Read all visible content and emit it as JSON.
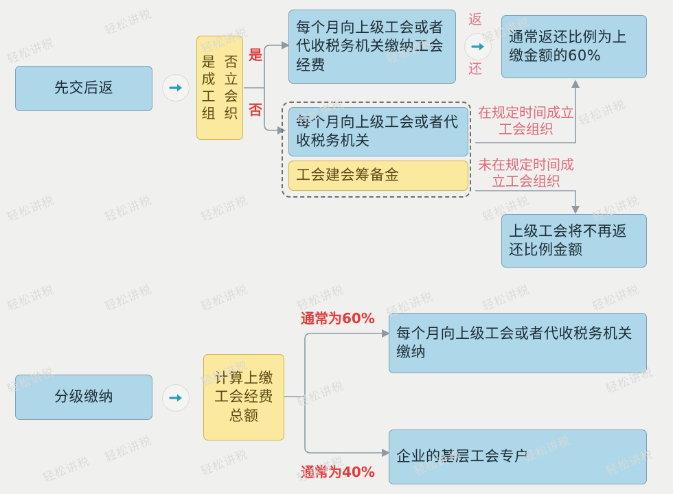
{
  "meta": {
    "watermark_text": "轻松讲税",
    "background": "#f0f0ee",
    "colors": {
      "blue_fill": "#aed8ea",
      "blue_stroke": "#7d9fb2",
      "yellow_fill": "#fae99e",
      "yellow_stroke": "#c9b352",
      "red_label": "#e23b3b",
      "pink_label": "#e2798a",
      "arrow_teal": "#2a9fb5",
      "connector": "#8d9aa3"
    }
  },
  "flow_top": {
    "root_label": "先交后返",
    "decision": {
      "chars": [
        "是",
        "否",
        "成",
        "立",
        "工",
        "会",
        "组",
        "织"
      ],
      "full_text": "是否成立工会组织"
    },
    "branch_yes_label": "是",
    "branch_no_label": "否",
    "yes_box": "每个月向上级工会或者代收税务机关缴纳工会经费",
    "no_group": {
      "blue_box": "每个月向上级工会或者代收税务机关",
      "yellow_box": "工会建会筹备金"
    },
    "return_badge": {
      "top": "返",
      "bottom": "还"
    },
    "return_box": "通常返还比例为上缴金额的60%",
    "condition_on_time": "在规定时间成立工会组织",
    "condition_late": "未在规定时间成立工会组织",
    "no_return_box": "上级工会将不再返还比例金额"
  },
  "flow_bottom": {
    "root_label": "分级缴纳",
    "calc_node": {
      "line1": "计算上缴",
      "line2": "工会经费",
      "line3": "总额",
      "full_text": "计算上缴工会经费总额"
    },
    "branch_60_label": "通常为60%",
    "branch_40_label": "通常为40%",
    "box_60": "每个月向上级工会或者代收税务机关缴纳",
    "box_40": "企业的基层工会专户"
  }
}
